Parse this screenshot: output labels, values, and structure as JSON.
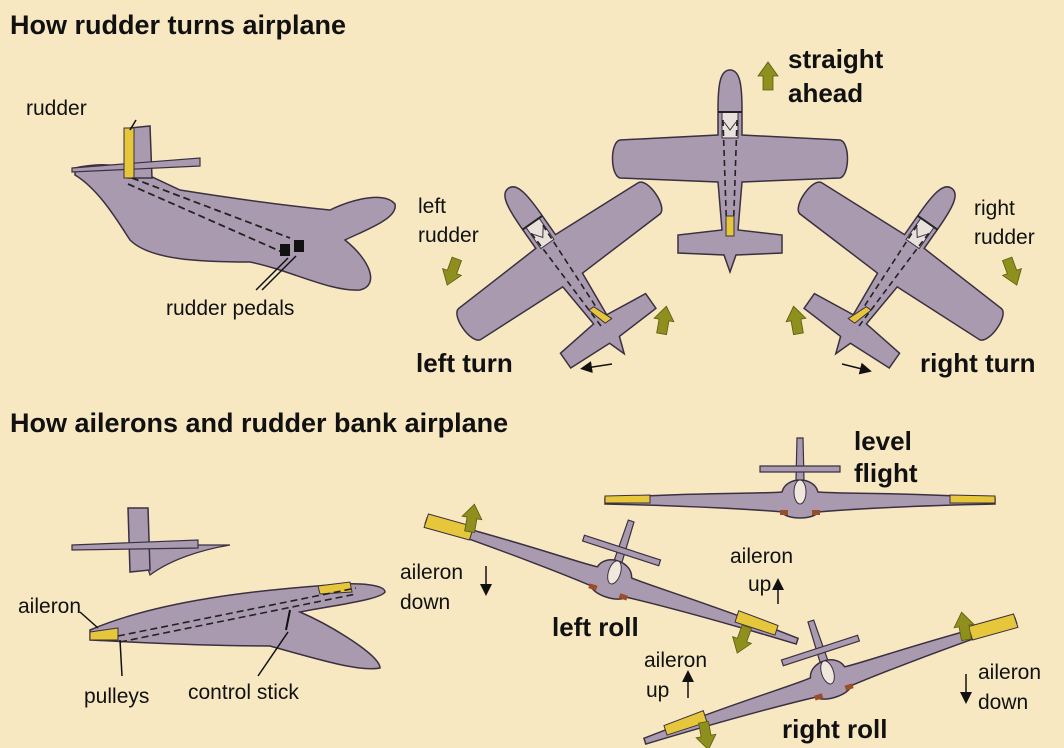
{
  "section1": {
    "title": "How rudder turns airplane",
    "labels": {
      "rudder": "rudder",
      "rudder_pedals": "rudder pedals",
      "left_rudder_1": "left",
      "left_rudder_2": "rudder",
      "right_rudder_1": "right",
      "right_rudder_2": "rudder",
      "straight_1": "straight",
      "straight_2": "ahead",
      "left_turn": "left turn",
      "right_turn": "right turn"
    }
  },
  "section2": {
    "title": "How ailerons and rudder bank airplane",
    "labels": {
      "aileron": "aileron",
      "pulleys": "pulleys",
      "control_stick": "control stick",
      "level_1": "level",
      "level_2": "flight",
      "aileron_down_l1": "aileron",
      "aileron_down_l2": "down",
      "aileron_up_l1": "aileron",
      "aileron_up_l2": "up",
      "left_roll": "left roll",
      "aileron_up2_l1": "aileron",
      "aileron_up2_l2": "up",
      "aileron_down2_l1": "aileron",
      "aileron_down2_l2": "down",
      "right_roll": "right roll"
    }
  },
  "colors": {
    "background": "#f7e8c2",
    "plane": "#a99ab0",
    "outline": "#3a3040",
    "control_surface": "#e6c63a",
    "arrow_green": "#8f8f1e"
  }
}
